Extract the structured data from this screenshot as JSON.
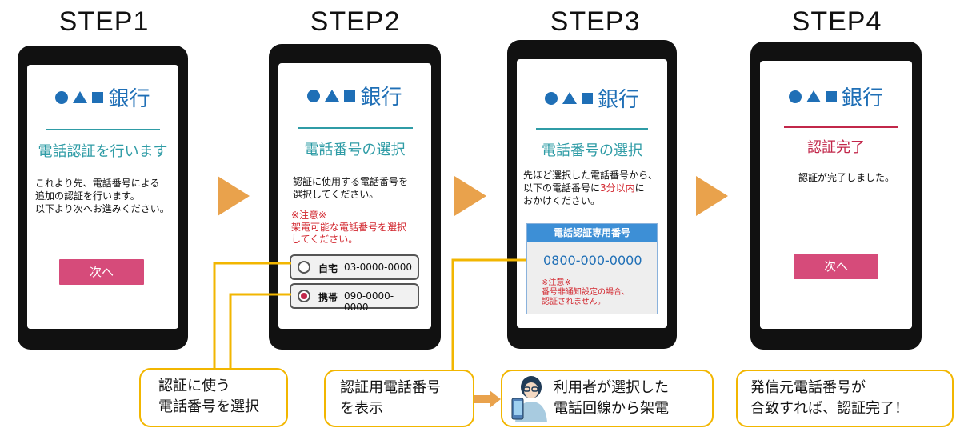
{
  "colors": {
    "blue": "#1f6fb6",
    "teal": "#2f9ca6",
    "pink": "#d64b7a",
    "red": "#d2272f",
    "orange": "#e9a24c",
    "yellow": "#f2b600"
  },
  "steps": [
    {
      "title": "STEP1",
      "bank": "銀行",
      "heading": "電話認証を行います",
      "body": [
        "これより先、電話番号による",
        "追加の認証を行います。",
        "以下より次へお進みください。"
      ],
      "button": "次へ"
    },
    {
      "title": "STEP2",
      "bank": "銀行",
      "heading": "電話番号の選択",
      "body": [
        "認証に使用する電話番号を",
        "選択してください。"
      ],
      "warn_title": "※注意※",
      "warn_lines": [
        "架電可能な電話番号を選択",
        "してください。"
      ],
      "options": [
        {
          "label": "自宅",
          "number": "03-0000-0000",
          "selected": false
        },
        {
          "label": "携帯",
          "number": "090-0000-0000",
          "selected": true
        }
      ]
    },
    {
      "title": "STEP3",
      "bank": "銀行",
      "heading": "電話番号の選択",
      "body": [
        "先ほど選択した電話番号から、"
      ],
      "body2_prefix": "以下の電話番号に",
      "body2_highlight": "3分以内",
      "body2_suffix": "に",
      "body3": "おかけください。",
      "card_title": "電話認証専用番号",
      "card_number": "0800-000-0000",
      "card_warn_title": "※注意※",
      "card_warn_lines": [
        "番号非通知設定の場合、",
        "認証されません。"
      ]
    },
    {
      "title": "STEP4",
      "bank": "銀行",
      "heading": "認証完了",
      "body": [
        "認証が完了しました。"
      ],
      "button": "次へ"
    }
  ],
  "callouts": {
    "c1": [
      "認証に使う",
      "電話番号を選択"
    ],
    "c2": [
      "認証用電話番号",
      "を表示"
    ],
    "c3": [
      "利用者が選択した",
      "電話回線から架電"
    ],
    "c4": [
      "発信元電話番号が",
      "合致すれば、認証完了！"
    ]
  }
}
